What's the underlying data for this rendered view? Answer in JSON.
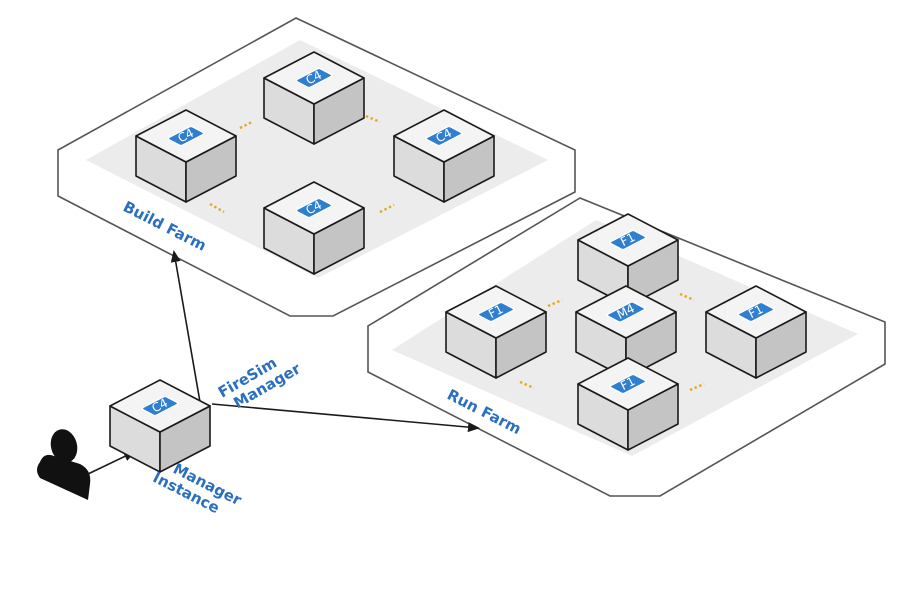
{
  "build_farm": {
    "label": "Build Farm",
    "instances": [
      "C4",
      "C4",
      "C4",
      "C4"
    ]
  },
  "run_farm": {
    "label": "Run Farm",
    "instances": [
      "F1",
      "F1",
      "M4",
      "F1",
      "F1"
    ]
  },
  "manager": {
    "chip": "C4",
    "instance_label_line1": "Manager",
    "instance_label_line2": "Instance",
    "software_label_line1": "FireSim",
    "software_label_line2": "Manager"
  },
  "colors": {
    "chip": "#2f7fd1",
    "label": "#2a6fc0",
    "connector_dots": "#e8a61a"
  },
  "icons": {
    "user": "user-silhouette-icon"
  }
}
